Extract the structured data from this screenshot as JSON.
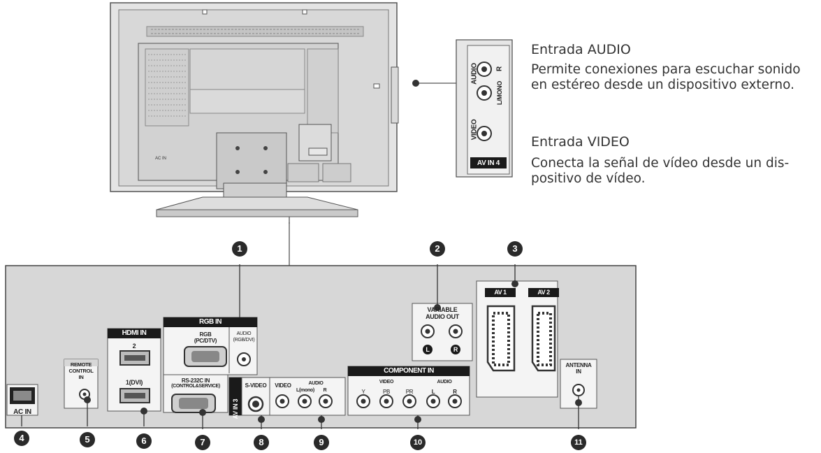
{
  "descriptions": {
    "audio_title": "Entrada AUDIO",
    "audio_body_1": "Permite conexiones para escuchar sonido",
    "audio_body_2": "en estéreo desde un dispositivo externo.",
    "video_title": "Entrada VIDEO",
    "video_body_1": "Conecta la señal de vídeo desde un dis-",
    "video_body_2": "positivo de vídeo."
  },
  "inset": {
    "audio": "AUDIO",
    "video": "VIDEO",
    "r": "R",
    "lmono": "L/MONO",
    "av_in_4": "AV IN 4"
  },
  "panel": {
    "ac_in": "AC IN",
    "remote_1": "REMOTE",
    "remote_2": "CONTROL",
    "remote_3": "IN",
    "hdmi_in": "HDMI IN",
    "hdmi_2": "2",
    "hdmi_1": "1(DVI)",
    "rgb_in": "RGB IN",
    "rgb_1": "RGB",
    "rgb_2": "(PC/DTV)",
    "audio_rgb_1": "AUDIO",
    "audio_rgb_2": "(RGB/DVI)",
    "rs232_1": "RS-232C IN",
    "rs232_2": "(CONTROL&SERVICE)",
    "av_in_3": "AV IN 3",
    "svideo": "S-VIDEO",
    "video": "VIDEO",
    "audio": "AUDIO",
    "l_mono": "L(mono)",
    "r": "R",
    "variable_1": "VARIABLE",
    "variable_2": "AUDIO OUT",
    "l": "L",
    "rr": "R",
    "component_in": "COMPONENT IN",
    "comp_video": "VIDEO",
    "comp_audio": "AUDIO",
    "y": "Y",
    "pb": "PB",
    "pr": "PR",
    "cl": "L",
    "cr": "R",
    "av1": "AV 1",
    "av2": "AV 2",
    "antenna_1": "ANTENNA",
    "antenna_2": "IN"
  },
  "tv_label": "AC IN",
  "callouts": [
    "1",
    "2",
    "3",
    "4",
    "5",
    "6",
    "7",
    "8",
    "9",
    "10",
    "11"
  ]
}
